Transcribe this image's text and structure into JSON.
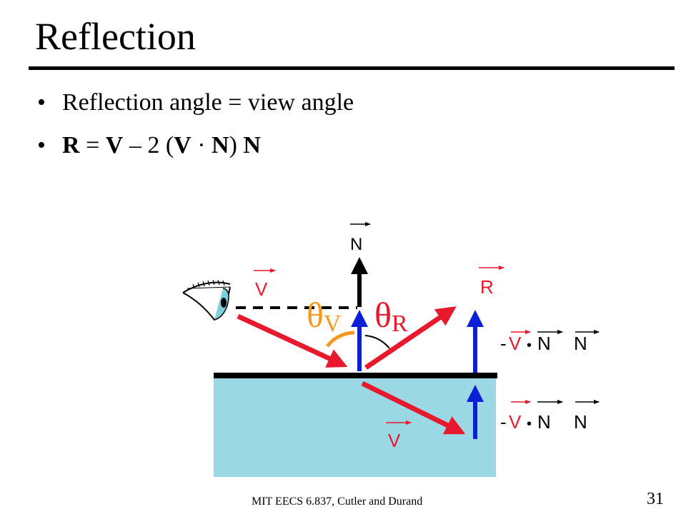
{
  "slide": {
    "title": "Reflection",
    "bullets": [
      {
        "text": "Reflection angle = view angle"
      },
      {
        "parts": [
          "R",
          " = ",
          "V",
          " – 2 (",
          "V",
          " · ",
          "N",
          ") ",
          "N"
        ]
      }
    ],
    "footer": "MIT EECS 6.837, Cutler and Durand",
    "page_number": "31"
  },
  "diagram": {
    "labels": {
      "n": "N",
      "v_incoming": "V",
      "r": "R",
      "v_below": "V",
      "theta_v_symbol": "θ",
      "theta_v_sub": "V",
      "theta_r_symbol": "θ",
      "theta_r_sub": "R",
      "dot_row1": [
        "-",
        "V",
        "•",
        "N",
        "N"
      ],
      "dot_row2": [
        "-",
        "V",
        "•",
        "N",
        "N"
      ]
    },
    "colors": {
      "red": "#e8192c",
      "blue": "#0a1fd6",
      "orange": "#f39a1e",
      "water": "#9ad8e6",
      "black": "#000000"
    }
  }
}
